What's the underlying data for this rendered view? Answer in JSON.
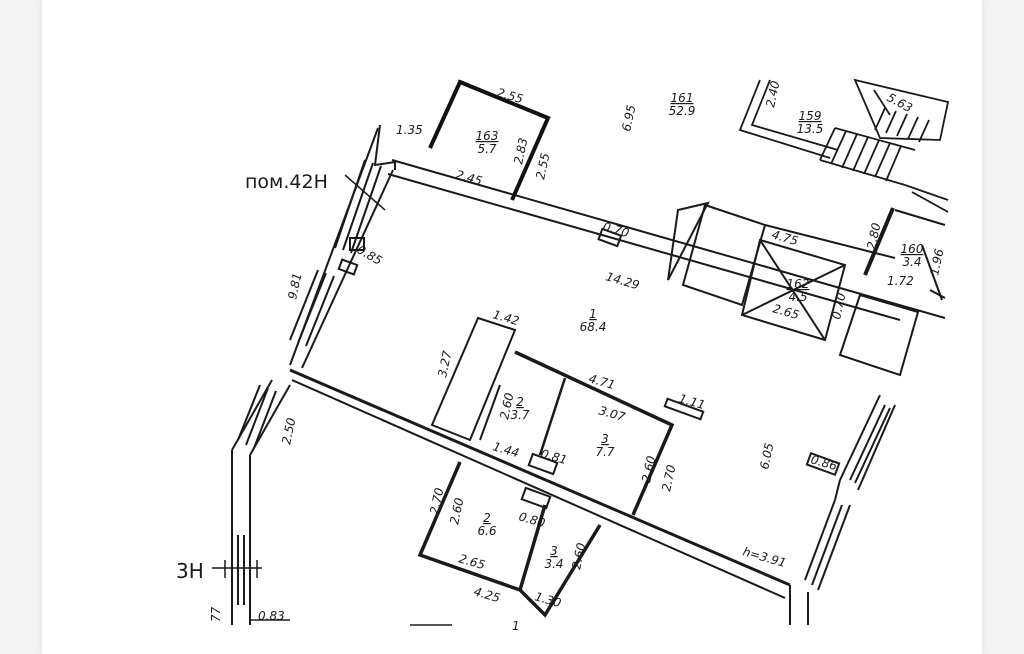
{
  "labels": {
    "room_name": "пом.42Н",
    "exit": "3Н",
    "height": "h=3.91"
  },
  "rooms": [
    {
      "num": "163",
      "area": "5.7"
    },
    {
      "num": "161",
      "area": "52.9"
    },
    {
      "num": "159",
      "area": "13.5"
    },
    {
      "num": "160",
      "area": "3.4"
    },
    {
      "num": "162",
      "area": "4.5"
    },
    {
      "num": "1",
      "area": "68.4"
    },
    {
      "num": "2",
      "area": "3.7"
    },
    {
      "num": "3",
      "area": "7.7"
    },
    {
      "num": "2",
      "area": "6.6"
    },
    {
      "num": "3",
      "area": "3.4"
    }
  ],
  "dims": [
    "2.55",
    "6.95",
    "2.40",
    "5.63",
    "1.35",
    "2.83",
    "2.55",
    "2.45",
    "0.70",
    "4.75",
    "2.80",
    "1.96",
    "14.29",
    "0.85",
    "9.81",
    "1.72",
    "2.65",
    "0.70",
    "1.42",
    "3.27",
    "4.71",
    "1.11",
    "2.60",
    "3.07",
    "6.05",
    "2.50",
    "1.44",
    "0.81",
    "2.60",
    "2.70",
    "0.86",
    "2.70",
    "2.60",
    "0.80",
    "2.60",
    "2.65",
    "4.25",
    "1.30",
    "77",
    "0.83",
    "1"
  ]
}
